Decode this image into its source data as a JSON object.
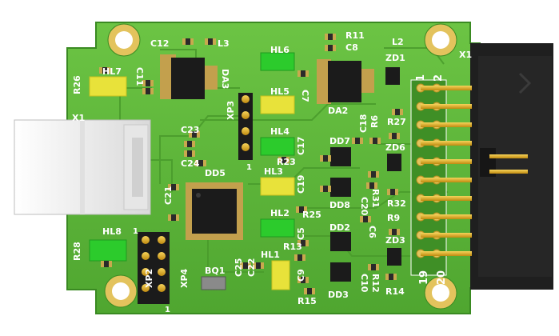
{
  "colors": {
    "board": "#5fb63a",
    "board_dark": "#3f8f26",
    "silkscreen": "#ffffff",
    "copper": "#d6b25a",
    "ic_body": "#1b1b1b",
    "led_green": "#2ccb2c",
    "led_yellow": "#e8e23a",
    "connector": "#202020",
    "usb_white": "#f3f3f3",
    "gold": "#e3b21c"
  },
  "labels": {
    "c12": "C12",
    "l3": "L3",
    "r11": "R11",
    "c8": "C8",
    "l2": "L2",
    "x1_right": "X1",
    "hl7": "HL7",
    "r26": "R26",
    "c11": "C11",
    "da3": "DA3",
    "hl6": "HL6",
    "zd1": "ZD1",
    "hl5": "HL5",
    "c7": "C7",
    "da2": "DA2",
    "xp3": "XP3",
    "x1_left": "X1",
    "c23": "C23",
    "c24": "C24",
    "hl4": "HL4",
    "c18": "C18",
    "r6": "R6",
    "r27": "R27",
    "dd7": "DD7",
    "c17": "C17",
    "zd6": "ZD6",
    "r23": "R23",
    "dd5": "DD5",
    "hl3": "HL3",
    "c19": "C19",
    "c21": "C21",
    "r31": "R31",
    "c20": "C20",
    "r32": "R32",
    "dd8": "DD8",
    "hl2": "HL2",
    "r25": "R25",
    "r9": "R9",
    "dd2": "DD2",
    "c5": "C5",
    "c6": "C6",
    "zd3": "ZD3",
    "hl8": "HL8",
    "r28": "R28",
    "r13": "R13",
    "hl1": "HL1",
    "c25": "C25",
    "c22": "C22",
    "bq1": "BQ1",
    "xp2": "XP2",
    "xp4": "XP4",
    "c9": "C9",
    "c10": "C10",
    "r12": "R12",
    "r14": "R14",
    "r15": "R15",
    "dd3": "DD3",
    "pin1_xp3": "1",
    "pin1_xp2": "1",
    "pin1_xp4": "1",
    "pin_1": "1",
    "pin_2": "2",
    "pin_19": "19",
    "pin_20": "20"
  }
}
